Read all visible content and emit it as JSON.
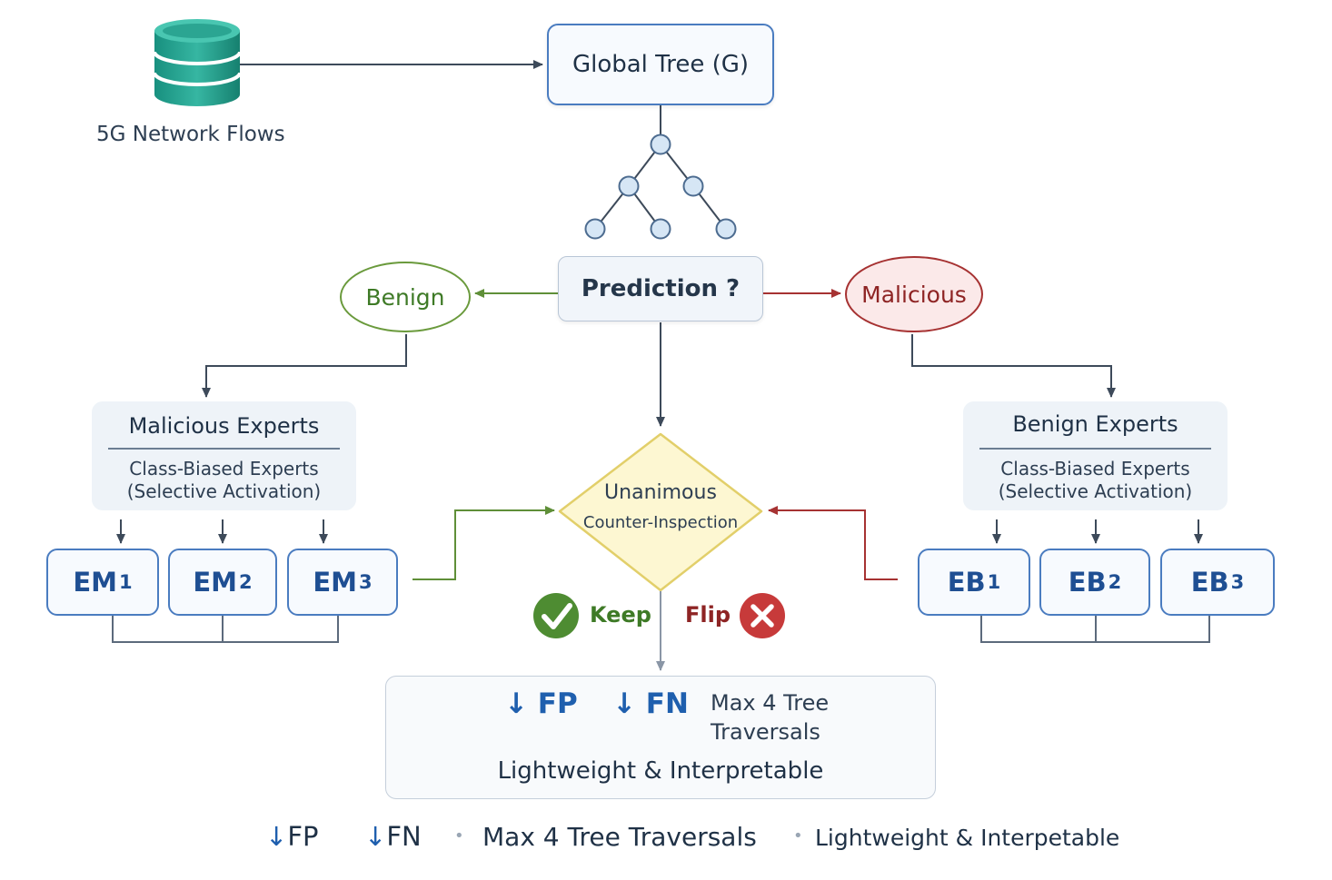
{
  "source": {
    "label": "5G Network Flows",
    "icon": "database-icon"
  },
  "global_tree": {
    "label": "Global Tree (G)"
  },
  "prediction": {
    "label": "Prediction ?"
  },
  "benign_node": {
    "label": "Benign"
  },
  "malicious_node": {
    "label": "Malicious"
  },
  "malicious_experts": {
    "title": "Malicious Experts",
    "subtitle_line1": "Class-Biased Experts",
    "subtitle_line2": "(Selective Activation)",
    "experts": [
      {
        "name": "EM",
        "index": "1"
      },
      {
        "name": "EM",
        "index": "2"
      },
      {
        "name": "EM",
        "index": "3"
      }
    ]
  },
  "benign_experts": {
    "title": "Benign Experts",
    "subtitle_line1": "Class-Biased Experts",
    "subtitle_line2": "(Selective Activation)",
    "experts": [
      {
        "name": "EB",
        "index": "1"
      },
      {
        "name": "EB",
        "index": "2"
      },
      {
        "name": "EB",
        "index": "3"
      }
    ]
  },
  "decision": {
    "line1": "Unanimous",
    "line2": "Counter-Inspection"
  },
  "outcomes": {
    "keep": "Keep",
    "flip": "Flip"
  },
  "result": {
    "fp": "FP",
    "fn": "FN",
    "traversal_line1": "Max 4 Tree",
    "traversal_line2": "Traversals",
    "footer": "Lightweight & Interpretable"
  },
  "summary": {
    "fp": "FP",
    "fn": "FN",
    "traversals": "Max 4 Tree Traversals",
    "lightweight": "Lightweight & Interpetable"
  },
  "colors": {
    "blue": "#4a7cc0",
    "green": "#5f8f38",
    "red": "#a63232",
    "yellow_fill": "#fdf7d2",
    "yellow_stroke": "#e2cf6a",
    "teal": "#1f9e8e"
  }
}
